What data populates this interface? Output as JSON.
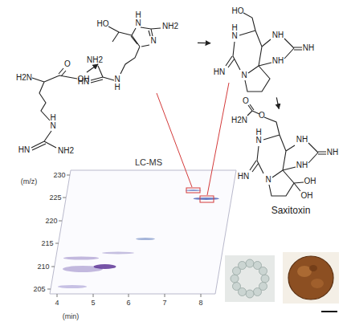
{
  "diagram": {
    "nodes": [
      {
        "text": [
          "HO",
          "H N",
          "NH2",
          "N",
          "NH2",
          "N H",
          "HN"
        ]
      },
      {
        "text": [
          "HO",
          "H N",
          "NH",
          "NH",
          "NH",
          "HN",
          "N"
        ]
      },
      {
        "text": [
          "O",
          "H2N",
          "O",
          "H N",
          "NH",
          "NH",
          "NH",
          "HN",
          "N",
          "OH",
          "OH",
          "Saxitoxin"
        ]
      }
    ],
    "edges": [
      {
        "from": 0,
        "to": 1,
        "arrow": "to"
      },
      {
        "from": 1,
        "to": 2,
        "arrow": "to"
      }
    ],
    "labels": [
      "H2N",
      "O",
      "OH",
      "H N",
      "HN",
      "NH2",
      "LC-MS",
      "230",
      "225",
      "220",
      "215",
      "210",
      "205",
      "(m/z)",
      "4",
      "5",
      "6",
      "7",
      "8",
      "(min)"
    ]
  }
}
